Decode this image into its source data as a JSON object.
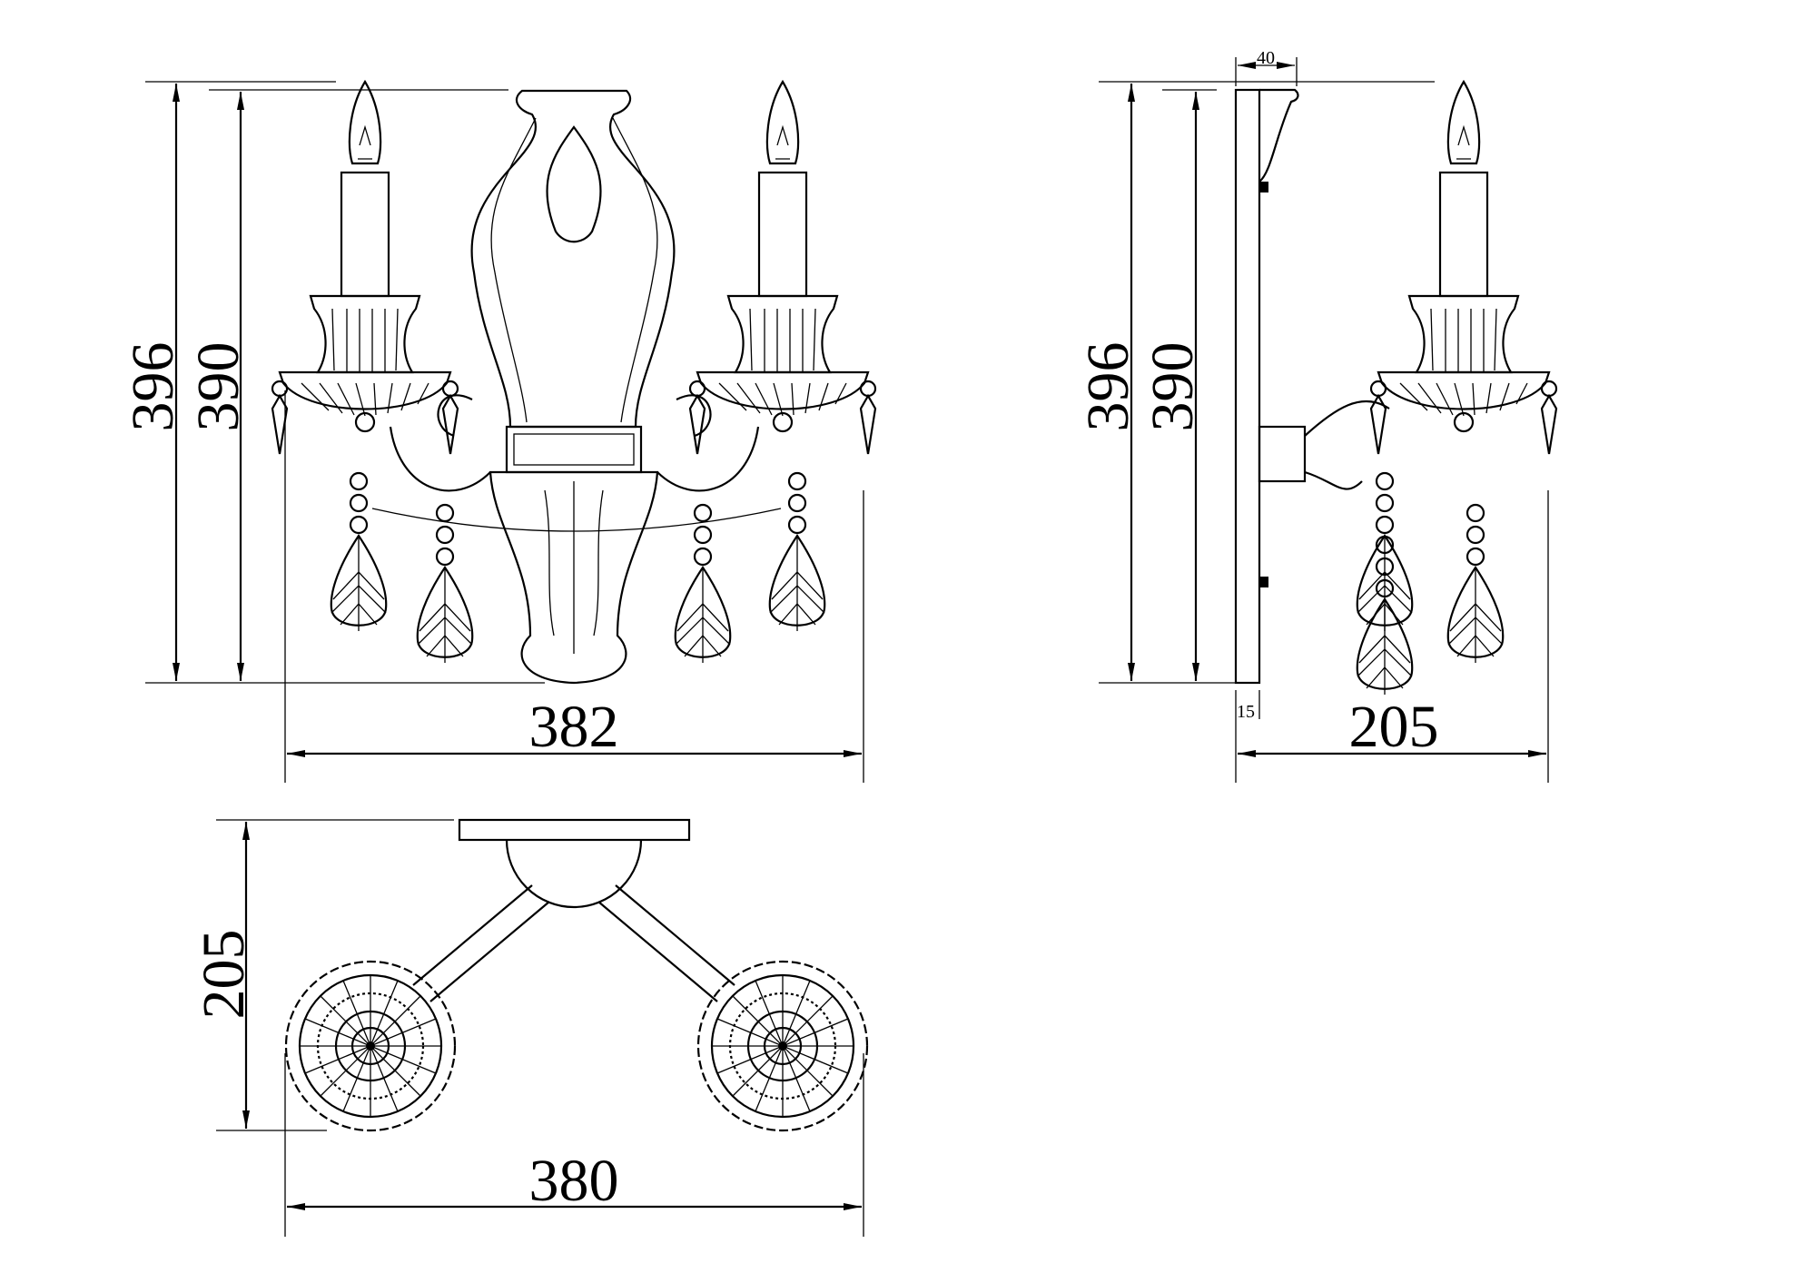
{
  "front_view": {
    "height_overall": "396",
    "height_body": "390",
    "width": "382"
  },
  "side_view": {
    "height_overall": "396",
    "height_body": "390",
    "depth": "205",
    "plate_top_depth": "40",
    "plate_thickness": "15"
  },
  "top_view": {
    "depth": "205",
    "width": "380"
  },
  "colors": {
    "line": "#000000",
    "background": "#ffffff"
  }
}
